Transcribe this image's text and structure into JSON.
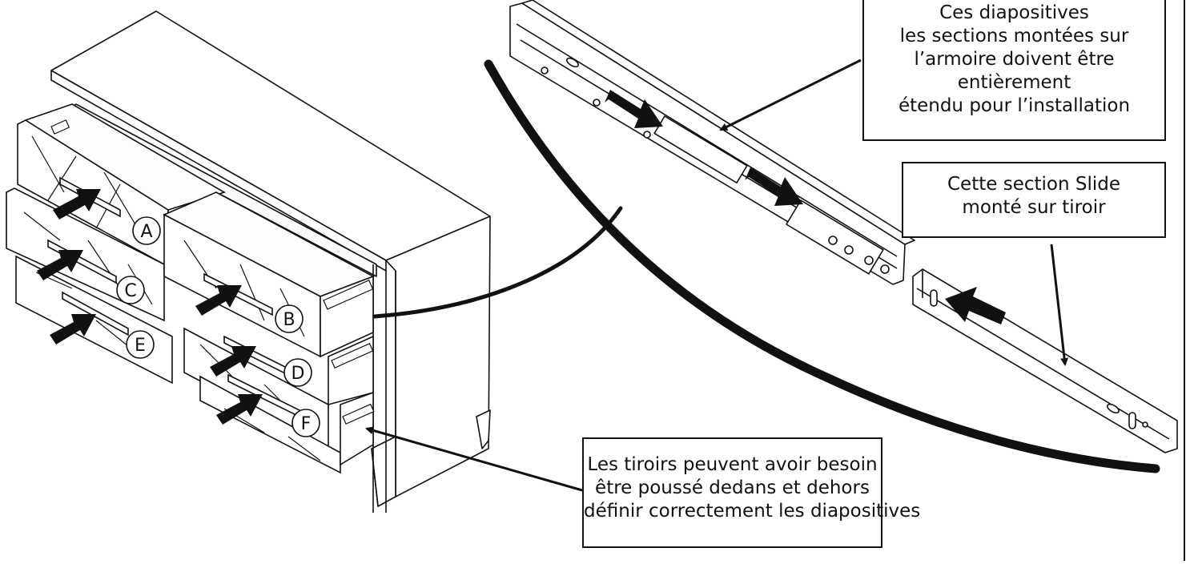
{
  "callouts": {
    "slides_cabinet": {
      "lines": [
        "Ces diapositives",
        "les sections montées sur",
        "l’armoire doivent être",
        "entièrement",
        "étendu pour l’installation"
      ]
    },
    "slide_drawer": {
      "lines": [
        "Cette section Slide",
        "monté sur tiroir"
      ]
    },
    "drawers_push": {
      "lines": [
        "Les tiroirs peuvent avoir besoin",
        "être poussé dedans et dehors",
        "définir correctement les diapositives"
      ]
    }
  },
  "drawer_labels": [
    "A",
    "B",
    "C",
    "D",
    "E",
    "F"
  ],
  "colors": {
    "line": "#111111",
    "background": "#ffffff"
  }
}
